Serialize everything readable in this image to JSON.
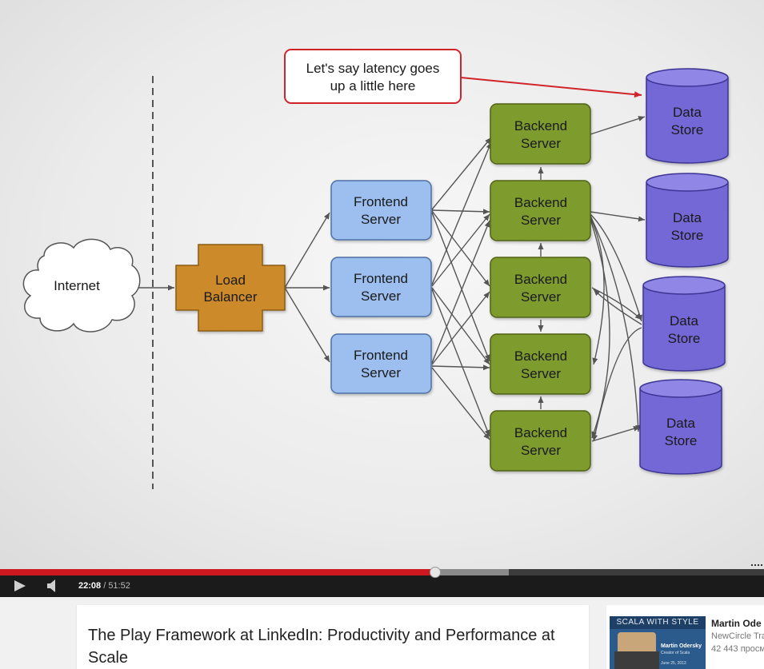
{
  "slide": {
    "callout": {
      "line1": "Let's say latency goes",
      "line2": "up a little here",
      "color": "#d0232a"
    },
    "internet": {
      "label": "Internet"
    },
    "load_balancer": {
      "line1": "Load",
      "line2": "Balancer",
      "color": "#cc8a2b"
    },
    "frontend_servers": [
      {
        "line1": "Frontend",
        "line2": "Server"
      },
      {
        "line1": "Frontend",
        "line2": "Server"
      },
      {
        "line1": "Frontend",
        "line2": "Server"
      }
    ],
    "backend_servers": [
      {
        "line1": "Backend",
        "line2": "Server"
      },
      {
        "line1": "Backend",
        "line2": "Server"
      },
      {
        "line1": "Backend",
        "line2": "Server"
      },
      {
        "line1": "Backend",
        "line2": "Server"
      },
      {
        "line1": "Backend",
        "line2": "Server"
      }
    ],
    "data_stores": [
      {
        "line1": "Data",
        "line2": "Store"
      },
      {
        "line1": "Data",
        "line2": "Store"
      },
      {
        "line1": "Data",
        "line2": "Store"
      },
      {
        "line1": "Data",
        "line2": "Store"
      }
    ],
    "colors": {
      "frontend": "#9cbff0",
      "backend": "#7e9b2e",
      "data_store": "#7368d6"
    }
  },
  "player": {
    "current_time": "22:08",
    "separator": " / ",
    "duration": "51:52",
    "played_fraction": 0.57,
    "buffered_fraction": 0.666,
    "play_icon": "play-icon",
    "volume_icon": "volume-icon"
  },
  "video": {
    "title": "The Play Framework at LinkedIn: Productivity and Performance at Scale"
  },
  "suggestion": {
    "thumb_banner": "SCALA WITH STYLE",
    "thumb_name": "Martin Odersky",
    "thumb_role": "Creator of Scala",
    "thumb_date": "June 25, 2013",
    "author": "Martin Ode",
    "channel": "NewCircle Tra",
    "views": "42 443 просм"
  }
}
